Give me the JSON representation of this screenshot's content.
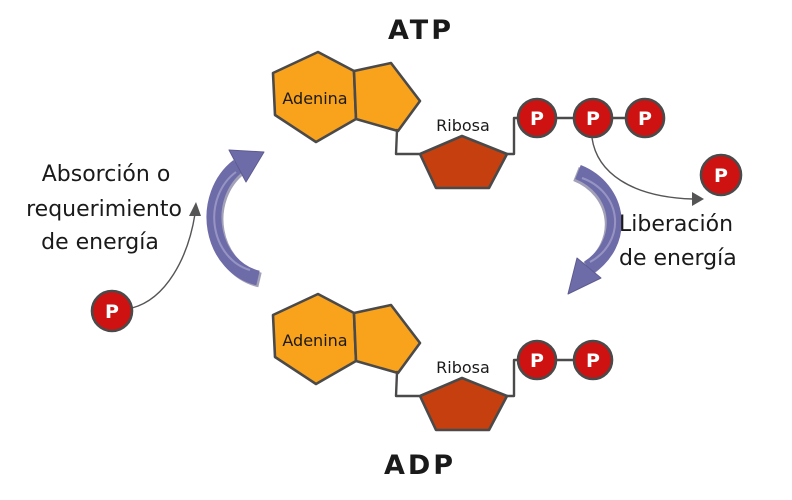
{
  "diagram": {
    "top_label": "ATP",
    "bottom_label": "ADP",
    "atp": {
      "adenine": "Adenina",
      "ribose": "Ribosa",
      "phosphates": [
        "P",
        "P",
        "P"
      ]
    },
    "adp": {
      "adenine": "Adenina",
      "ribose": "Ribosa",
      "phosphates": [
        "P",
        "P"
      ]
    },
    "free_phosphate_left": "P",
    "free_phosphate_right": "P",
    "absorption_note": {
      "line1": "Absorción o",
      "line2": "requerimiento",
      "line3": "de energía"
    },
    "liberation_note": {
      "line1": "Liberación",
      "line2": "de energía"
    },
    "colors": {
      "adenine_orange": "#F9A21C",
      "ribose_red": "#C5400E",
      "phosphate_red": "#CE1212",
      "arrow_purple": "#6E6CA8",
      "outline_gray": "#4A4A4A",
      "text_black": "#1A1A1A"
    }
  }
}
